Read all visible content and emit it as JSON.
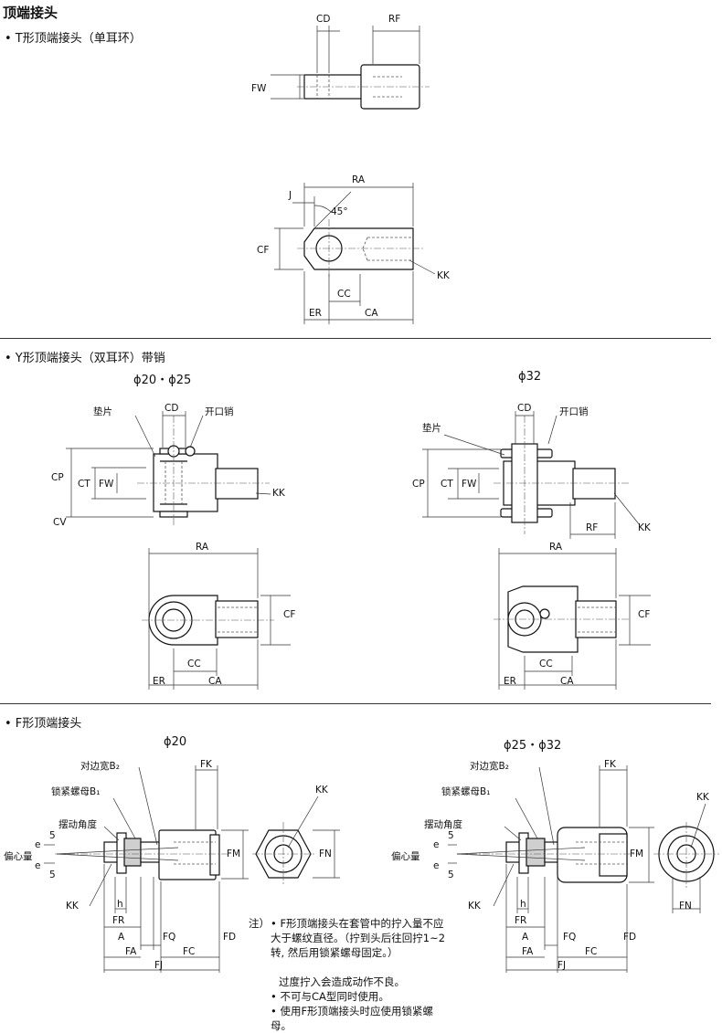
{
  "title": "顶端接头",
  "sections": {
    "t": {
      "heading": "• T形顶端接头（单耳环）"
    },
    "y": {
      "heading": "• Y形顶端接头（双耳环）带销",
      "left_sub": "ϕ20・ϕ25",
      "right_sub": "ϕ32"
    },
    "f": {
      "heading": "• F形顶端接头",
      "left_sub": "ϕ20",
      "right_sub": "ϕ25・ϕ32"
    }
  },
  "labels": {
    "CD": "CD",
    "RF": "RF",
    "FW": "FW",
    "J": "J",
    "RA": "RA",
    "angle": "45°",
    "CF": "CF",
    "KK": "KK",
    "CC": "CC",
    "ER": "ER",
    "CA": "CA",
    "CP": "CP",
    "CT": "CT",
    "CV": "CV",
    "washer": "垫片",
    "cotter": "开口销",
    "FK": "FK",
    "FM": "FM",
    "FN": "FN",
    "FR": "FR",
    "h": "h",
    "A": "A",
    "FA": "FA",
    "FQ": "FQ",
    "FC": "FC",
    "FD": "FD",
    "FJ": "FJ",
    "across_flats": "对边宽B₂",
    "lock_nut": "锁紧螺母B₁",
    "swing_angle": "摆动角度",
    "eccentric": "偏心量",
    "e": "e",
    "five": "5"
  },
  "note": {
    "prefix": "注）",
    "items": [
      "• F形顶端接头在套管中的拧入量不应大于螺纹直径。（拧到头后往回拧1~2转, 然后用锁紧螺母固定。）",
      "过度拧入会造成动作不良。",
      "• 不可与CA型同时使用。",
      "• 使用F形顶端接头时应使用锁紧螺母。"
    ]
  },
  "colors": {
    "line": "#111111",
    "rule": "#333333",
    "background": "#ffffff"
  }
}
